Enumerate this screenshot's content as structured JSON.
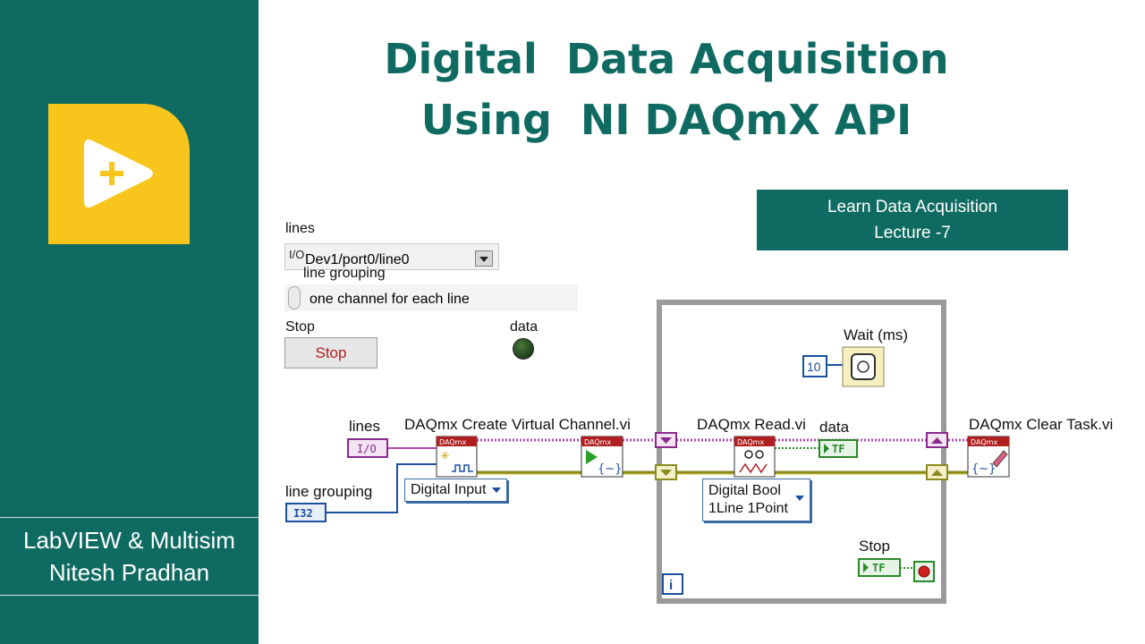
{
  "sidebar": {
    "credit_line1": "LabVIEW & Multisim",
    "credit_line2": "Nitesh Pradhan",
    "logo_glyph": "+",
    "colors": {
      "teal": "#0f6b62",
      "logo_yellow": "#f7c51b"
    }
  },
  "title": {
    "line1": "Digital  Data Acquisition",
    "line2": "Using  NI DAQmX API"
  },
  "badge": {
    "line1": "Learn Data Acquisition",
    "line2": "Lecture -7"
  },
  "front_panel": {
    "lines_label": "lines",
    "lines_value": "Dev1/port0/line0",
    "line_grouping_label": "line grouping",
    "line_grouping_value": "one channel for each line",
    "stop_label": "Stop",
    "stop_button": "Stop",
    "data_label": "data"
  },
  "block_diagram": {
    "lines_label": "lines",
    "lines_terminal": "I/O",
    "line_grouping_label": "line grouping",
    "line_grouping_terminal": "I32",
    "create_channel_label": "DAQmx Create Virtual Channel.vi",
    "create_channel_selector": "Digital Input",
    "daqmx_tag": "DAQmx",
    "read_label": "DAQmx Read.vi",
    "read_selector_line1": "Digital Bool",
    "read_selector_line2": "1Line 1Point",
    "data_label": "data",
    "data_terminal": "TF",
    "clear_label": "DAQmx Clear Task.vi",
    "wait_label": "Wait (ms)",
    "wait_constant": "10",
    "stop_label": "Stop",
    "stop_terminal": "TF",
    "iteration_terminal": "i"
  }
}
